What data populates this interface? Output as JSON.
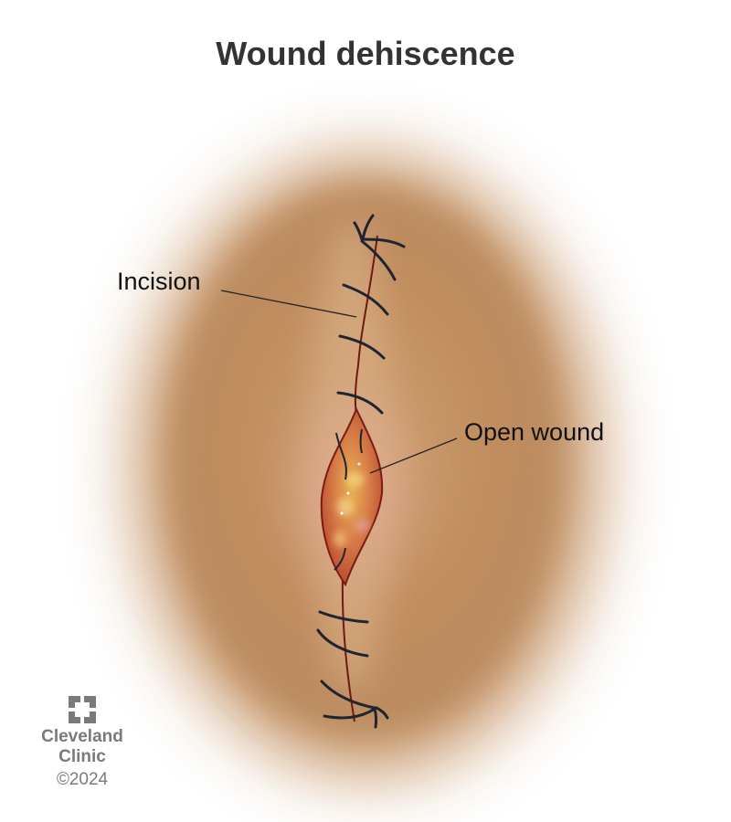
{
  "title": "Wound dehiscence",
  "labels": {
    "incision": "Incision",
    "open_wound": "Open wound"
  },
  "logo": {
    "name_line1": "Cleveland",
    "name_line2": "Clinic",
    "copyright": "©2024"
  },
  "colors": {
    "skin": "#c49467",
    "skin_light": "#d6aa80",
    "wound_border": "#7a1c12",
    "wound_fill": "#d07a45",
    "suture": "#1e2430",
    "title_text": "#333333",
    "logo_gray": "#7a7a7a"
  }
}
